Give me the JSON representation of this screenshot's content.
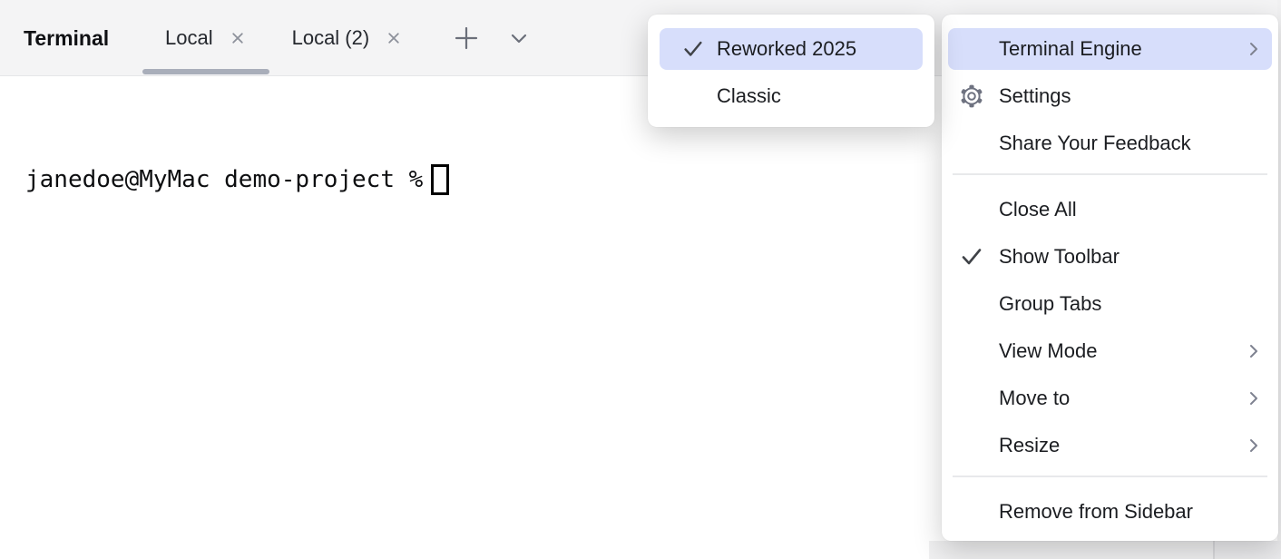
{
  "toolbar": {
    "title": "Terminal",
    "tabs": [
      {
        "label": "Local",
        "active": true,
        "close_icon": "close-icon"
      },
      {
        "label": "Local (2)",
        "active": false,
        "close_icon": "close-icon"
      }
    ],
    "new_tab_icon": "plus-icon",
    "tab_list_icon": "chevron-down-icon"
  },
  "terminal": {
    "prompt": "janedoe@MyMac demo-project %",
    "cursor": "hollow-block"
  },
  "context_menu": {
    "items": [
      {
        "label": "Terminal Engine",
        "has_submenu": true,
        "highlighted": true
      },
      {
        "label": "Settings",
        "icon": "gear-icon"
      },
      {
        "label": "Share Your Feedback"
      },
      {
        "type": "separator"
      },
      {
        "label": "Close All"
      },
      {
        "label": "Show Toolbar",
        "checked": true
      },
      {
        "label": "Group Tabs"
      },
      {
        "label": "View Mode",
        "has_submenu": true
      },
      {
        "label": "Move to",
        "has_submenu": true
      },
      {
        "label": "Resize",
        "has_submenu": true
      },
      {
        "type": "separator"
      },
      {
        "label": "Remove from Sidebar"
      }
    ]
  },
  "engine_submenu": {
    "items": [
      {
        "label": "Reworked 2025",
        "checked": true,
        "highlighted": true
      },
      {
        "label": "Classic"
      }
    ]
  },
  "colors": {
    "menu_highlight": "#d7defb",
    "toolbar_bg": "#f4f4f5",
    "tab_underline": "#a9aeba",
    "menu_text": "#1b1d21",
    "icon_gray": "#6e7280",
    "check_gray": "#3f4247"
  }
}
